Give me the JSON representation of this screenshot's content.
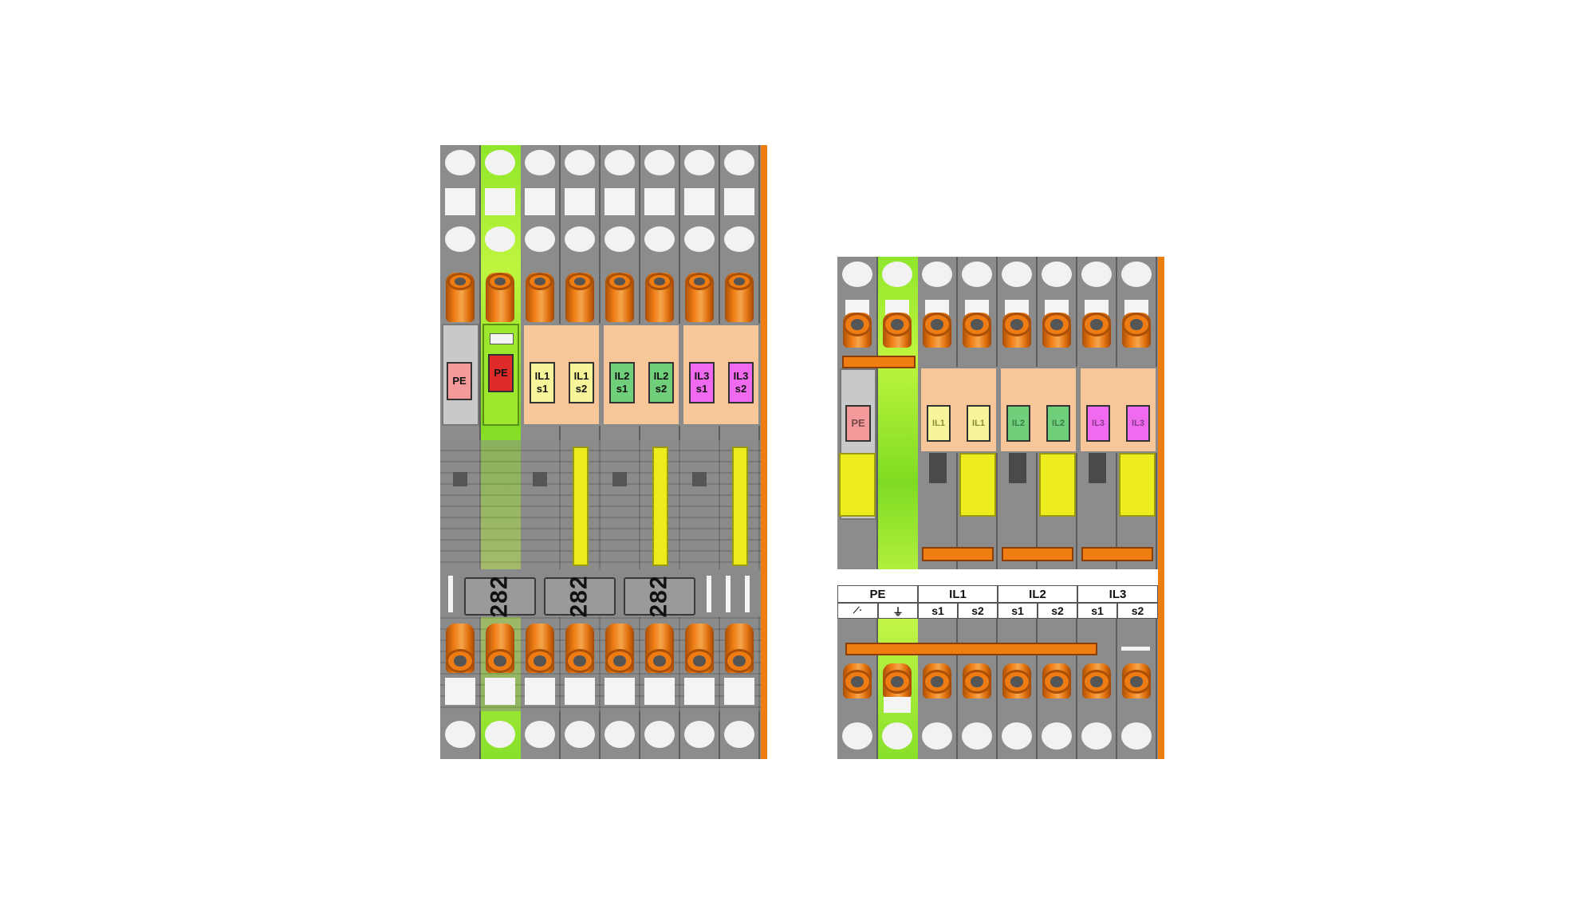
{
  "left_block": {
    "tags": [
      {
        "top": "PE",
        "bottom": ""
      },
      {
        "top": "PE",
        "bottom": ""
      },
      {
        "top": "IL1",
        "bottom": "s1"
      },
      {
        "top": "IL1",
        "bottom": "s2"
      },
      {
        "top": "IL2",
        "bottom": "s1"
      },
      {
        "top": "IL2",
        "bottom": "s2"
      },
      {
        "top": "IL3",
        "bottom": "s1"
      },
      {
        "top": "IL3",
        "bottom": "s2"
      }
    ],
    "markers": [
      "282",
      "282",
      "282"
    ]
  },
  "right_block": {
    "tags": [
      "PE",
      "IL1",
      "IL1",
      "IL2",
      "IL2",
      "IL3",
      "IL3"
    ],
    "group_labels": [
      "PE",
      "IL1",
      "IL2",
      "IL3"
    ],
    "sub_labels": [
      "s1",
      "s2",
      "s1",
      "s2",
      "s1",
      "s2"
    ],
    "pe_symbols": [
      "⟋·",
      "⏚"
    ]
  },
  "colors": {
    "housing": "#8c8c8c",
    "pe_green": "#9be82e",
    "orange": "#ee7d10",
    "yellow": "#ecec1e",
    "l1": "#f7f59a",
    "l2": "#6fcf7a",
    "l3": "#f06af0",
    "pe_pink": "#f59a9a",
    "pe_red": "#e02b2b"
  }
}
